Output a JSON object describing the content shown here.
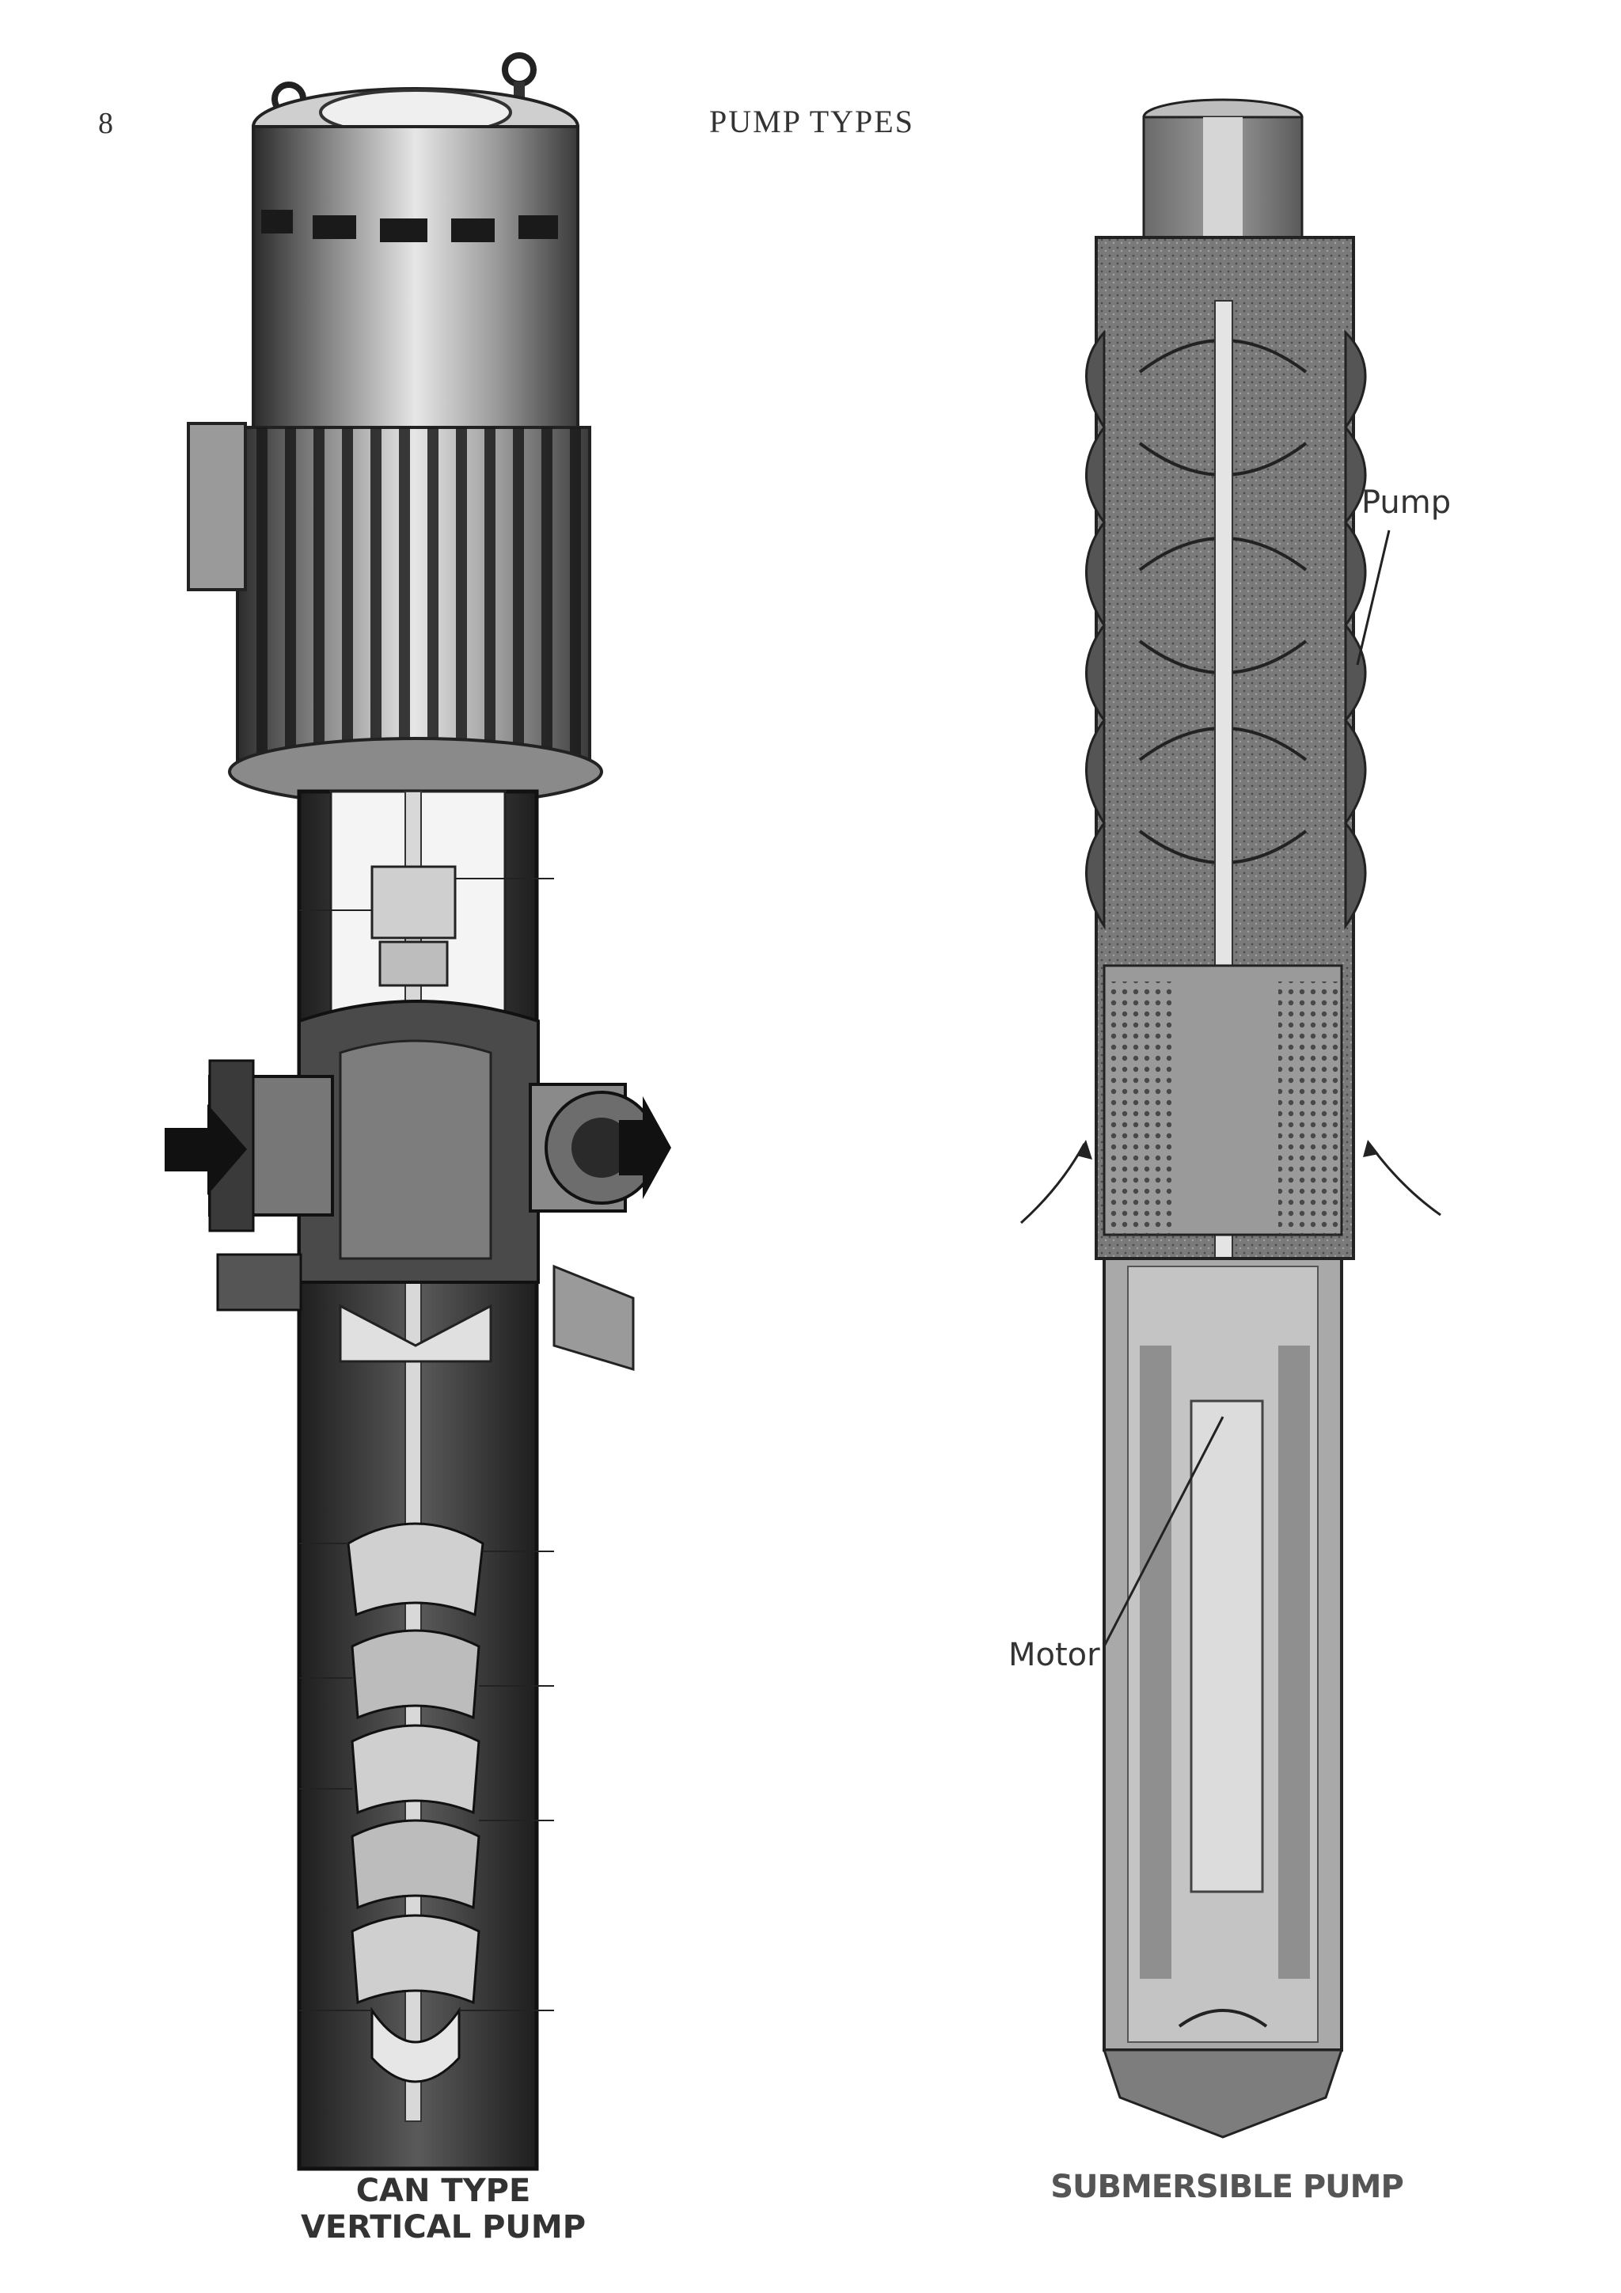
{
  "header": {
    "page_number": "8",
    "running_title": "PUMP TYPES"
  },
  "figures": {
    "left": {
      "caption_line1": "CAN TYPE",
      "caption_line2": "VERTICAL PUMP"
    },
    "right": {
      "caption": "SUBMERSIBLE PUMP",
      "label_pump": "Pump",
      "label_motor": "Motor"
    }
  },
  "colors": {
    "dark": "#2a2a2a",
    "mid": "#6e6e6e",
    "light": "#bdbdbd",
    "paper": "#ffffff"
  }
}
